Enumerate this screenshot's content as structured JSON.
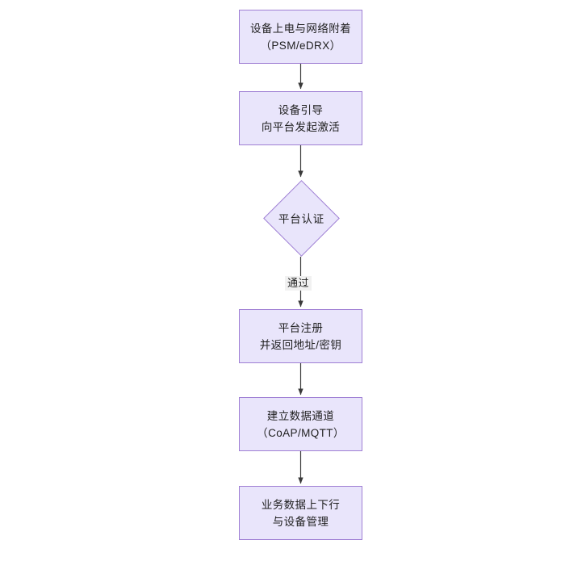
{
  "diagram": {
    "type": "flowchart",
    "orientation": "top-to-bottom",
    "background_color": "#ffffff",
    "node_fill_color": "#e9e5fb",
    "node_border_color": "#9f7fd4",
    "edge_color": "#3a3a3a",
    "text_color": "#1f1f1f",
    "edge_label_background": "#f1f1f1",
    "nodes": [
      {
        "id": "n1",
        "shape": "rectangle",
        "lines": [
          "设备上电与网络附着",
          "（PSM/eDRX）"
        ]
      },
      {
        "id": "n2",
        "shape": "rectangle",
        "lines": [
          "设备引导",
          "向平台发起激活"
        ]
      },
      {
        "id": "n3",
        "shape": "diamond",
        "lines": [
          "平台认证"
        ]
      },
      {
        "id": "n4",
        "shape": "rectangle",
        "lines": [
          "平台注册",
          "并返回地址/密钥"
        ]
      },
      {
        "id": "n5",
        "shape": "rectangle",
        "lines": [
          "建立数据通道",
          "（CoAP/MQTT）"
        ]
      },
      {
        "id": "n6",
        "shape": "rectangle",
        "lines": [
          "业务数据上下行",
          "与设备管理"
        ]
      }
    ],
    "edges": [
      {
        "from": "n1",
        "to": "n2",
        "label": ""
      },
      {
        "from": "n2",
        "to": "n3",
        "label": ""
      },
      {
        "from": "n3",
        "to": "n4",
        "label": "通过"
      },
      {
        "from": "n4",
        "to": "n5",
        "label": ""
      },
      {
        "from": "n5",
        "to": "n6",
        "label": ""
      }
    ]
  }
}
